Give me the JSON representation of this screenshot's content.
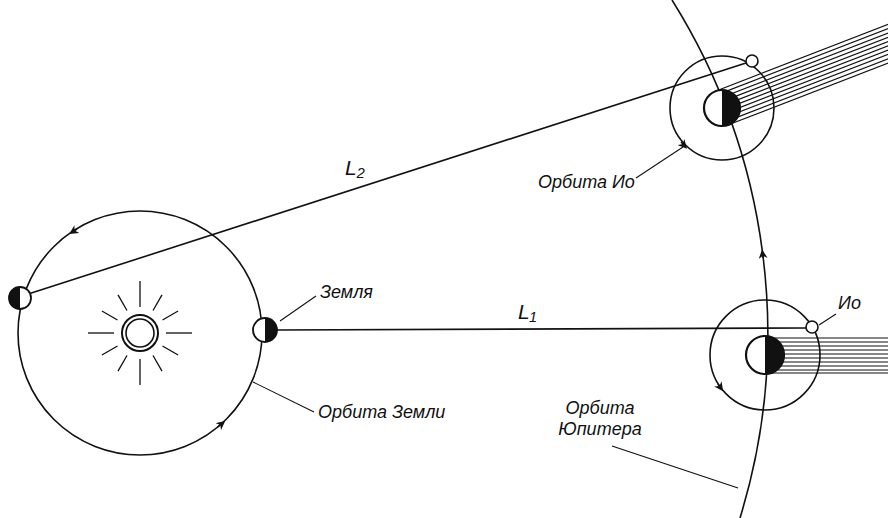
{
  "diagram": {
    "labels": [
      "L₂",
      "Орбита Ио",
      "Земля",
      "L₁",
      "Ио",
      "Орбита Земли",
      "Орбита Юпитера"
    ]
  }
}
